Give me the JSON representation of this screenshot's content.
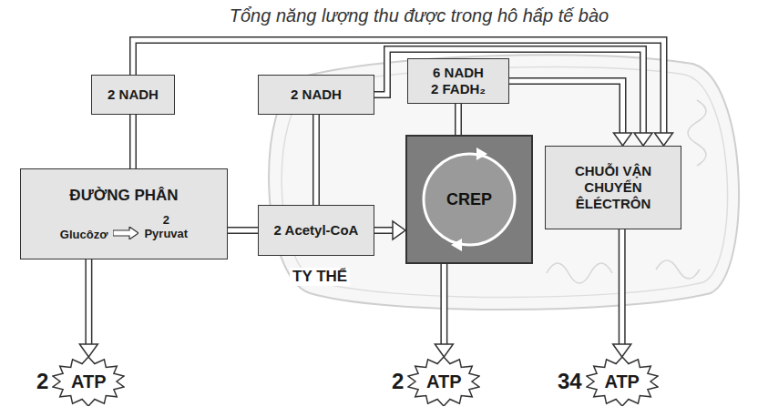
{
  "diagram": {
    "title": "Tổng năng lượng thu được trong hô hấp tế bào",
    "nodes": [
      {
        "text": [
          "2 NADH"
        ]
      },
      {
        "text": [
          "2 NADH"
        ]
      },
      {
        "text": [
          "6 NADH 2 FADH₂"
        ]
      },
      {
        "text": [
          "ĐƯỜNG PHÂN",
          "Glucôzơ",
          "2 Pyruvat"
        ]
      },
      {
        "text": [
          "2 Acetyl-CoA"
        ]
      },
      {
        "text": [
          "CREP"
        ]
      },
      {
        "text": [
          "CHUỖI VẬN CHUYỂN ÊLÉCTRÔN"
        ]
      },
      {
        "text": [
          "2",
          "ATP"
        ]
      },
      {
        "text": [
          "2",
          "ATP"
        ]
      },
      {
        "text": [
          "34",
          "ATP"
        ]
      }
    ],
    "edges": [
      {
        "from": 3,
        "to": 0,
        "arrow": "none"
      },
      {
        "from": 3,
        "to": 4,
        "arrow": "none"
      },
      {
        "from": 4,
        "to": 1,
        "arrow": "none"
      },
      {
        "from": 4,
        "to": 5,
        "arrow": "to"
      },
      {
        "from": 5,
        "to": 2,
        "arrow": "none"
      },
      {
        "from": 2,
        "to": 6,
        "arrow": "to"
      },
      {
        "from": 1,
        "to": 6,
        "arrow": "to"
      },
      {
        "from": 0,
        "to": 6,
        "arrow": "to"
      },
      {
        "from": 3,
        "to": 7,
        "arrow": "to"
      },
      {
        "from": 5,
        "to": 8,
        "arrow": "to"
      },
      {
        "from": 6,
        "to": 9,
        "arrow": "to"
      }
    ],
    "labels": [
      "TY THỂ"
    ]
  }
}
